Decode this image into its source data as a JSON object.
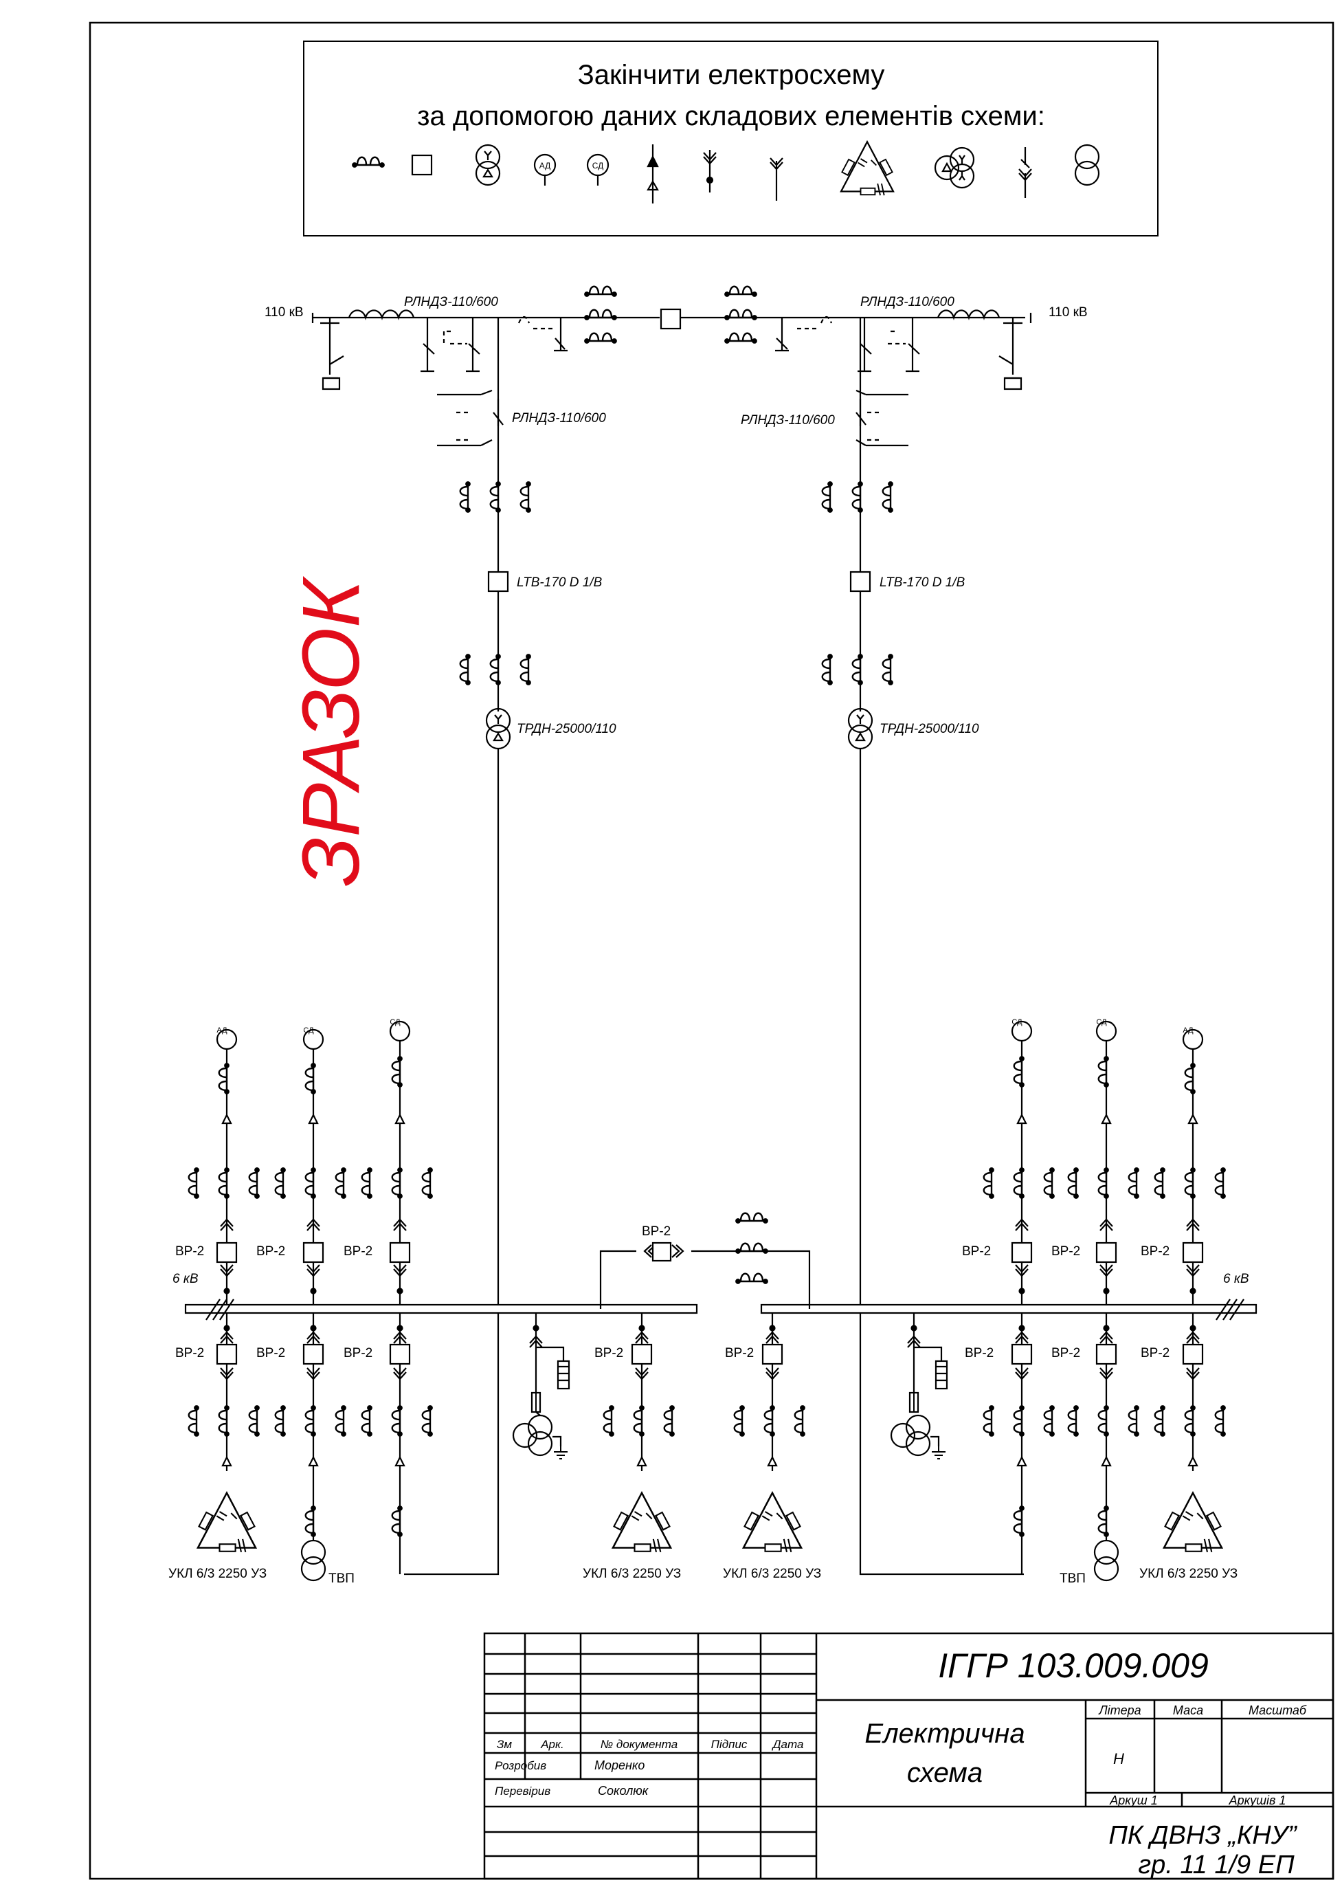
{
  "task": {
    "line1": "Закінчити електросхему",
    "line2": "за допомогою даних складових елементів схеми:"
  },
  "legend": {
    "ad": "АД",
    "sd": "СД"
  },
  "watermark": "ЗРАЗОК",
  "labels": {
    "kv110": "110 кВ",
    "disconnector": "РЛНДЗ-110/600",
    "breaker_hv": "LTB-170 D 1/B",
    "transformer": "ТРДН-25000/110",
    "breaker_lv": "ВР-2",
    "kv6": "6 кВ",
    "motor_ad": "АД",
    "motor_sd": "СД",
    "capacitor": "УКЛ 6/3 2250 УЗ",
    "aux_transformer": "ТВП"
  },
  "title_block": {
    "doc_code": "ІГГР 103.009.009",
    "col_zm": "Зм",
    "col_ark": "Арк.",
    "col_doc": "№ документа",
    "col_sign": "Підпис",
    "col_date": "Дата",
    "row_dev": "Розробив",
    "dev_name": "Моренко",
    "row_check": "Перевірив",
    "check_name": "Соколюк",
    "title_l1": "Електрична",
    "title_l2": "схема",
    "h_litera": "Літера",
    "h_masa": "Маса",
    "h_masshtab": "Масштаб",
    "litera": "Н",
    "sheet": "Аркуш 1",
    "sheets": "Аркушів 1",
    "org_l1": "ПК ДВНЗ „КНУ”",
    "org_l2": "гр. 11 1/9 ЕП"
  }
}
